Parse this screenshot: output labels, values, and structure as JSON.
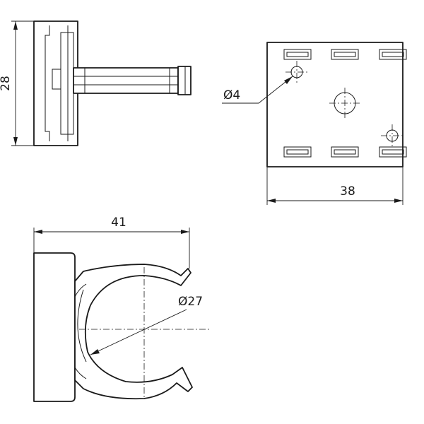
{
  "dimensions": {
    "side_height": "28",
    "hole_diameter": "Ø4",
    "plate_width": "38",
    "clip_width": "41",
    "clip_diameter": "Ø27"
  },
  "colors": {
    "line": "#1a1a1a",
    "background": "#ffffff"
  }
}
